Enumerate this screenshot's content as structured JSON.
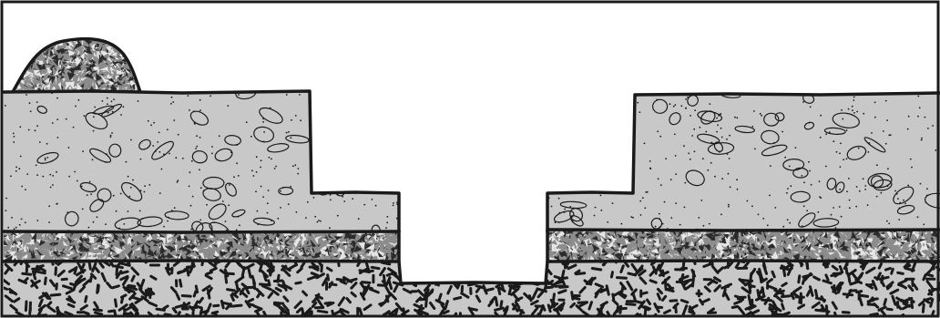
{
  "diagram": {
    "layers": [
      {
        "id": "mound",
        "pattern": "dark-fragments",
        "color": "#8c8c8c"
      },
      {
        "id": "concrete",
        "pattern": "aggregate-ovals",
        "color": "#c8c8c8"
      },
      {
        "id": "gravel",
        "pattern": "dark-fragments",
        "color": "#8c8c8c"
      },
      {
        "id": "subgrade",
        "pattern": "dashes",
        "color": "#c8c8c8"
      }
    ],
    "colors": {
      "outline": "#1a1a1a",
      "background": "#ffffff"
    }
  }
}
